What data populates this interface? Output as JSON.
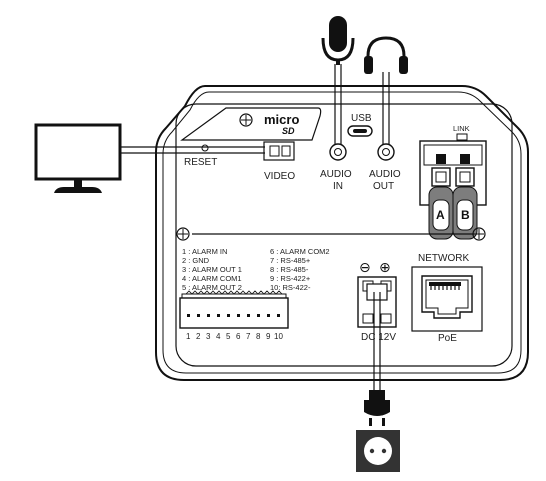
{
  "panel": {
    "sd_brand_top": "micro",
    "sd_brand_bottom": "SD",
    "usb_label": "USB",
    "link_label": "LINK",
    "reset_label": "RESET",
    "video_label": "VIDEO",
    "audio_in_line1": "AUDIO",
    "audio_in_line2": "IN",
    "audio_out_line1": "AUDIO",
    "audio_out_line2": "OUT",
    "network_label": "NETWORK",
    "poe_label": "PoE",
    "dc_label": "DC 12V",
    "polarity_minus": "⊖",
    "polarity_plus": "⊕",
    "fiber_a": "A",
    "fiber_b": "B"
  },
  "pinout": {
    "left": [
      "1 : ALARM IN",
      "2 : GND",
      "3 : ALARM OUT 1",
      "4 : ALARM COM1",
      "5 : ALARM OUT 2"
    ],
    "right": [
      "6 : ALARM COM2",
      "7 : RS-485+",
      "8 : RS-485-",
      "9 : RS-422+",
      "10: RS-422-"
    ],
    "numbers": [
      "1",
      "2",
      "3",
      "4",
      "5",
      "6",
      "7",
      "8",
      "9",
      "10"
    ]
  },
  "icons": [
    "monitor-icon",
    "microphone-icon",
    "headphones-icon",
    "power-plug-icon",
    "power-outlet-icon"
  ]
}
